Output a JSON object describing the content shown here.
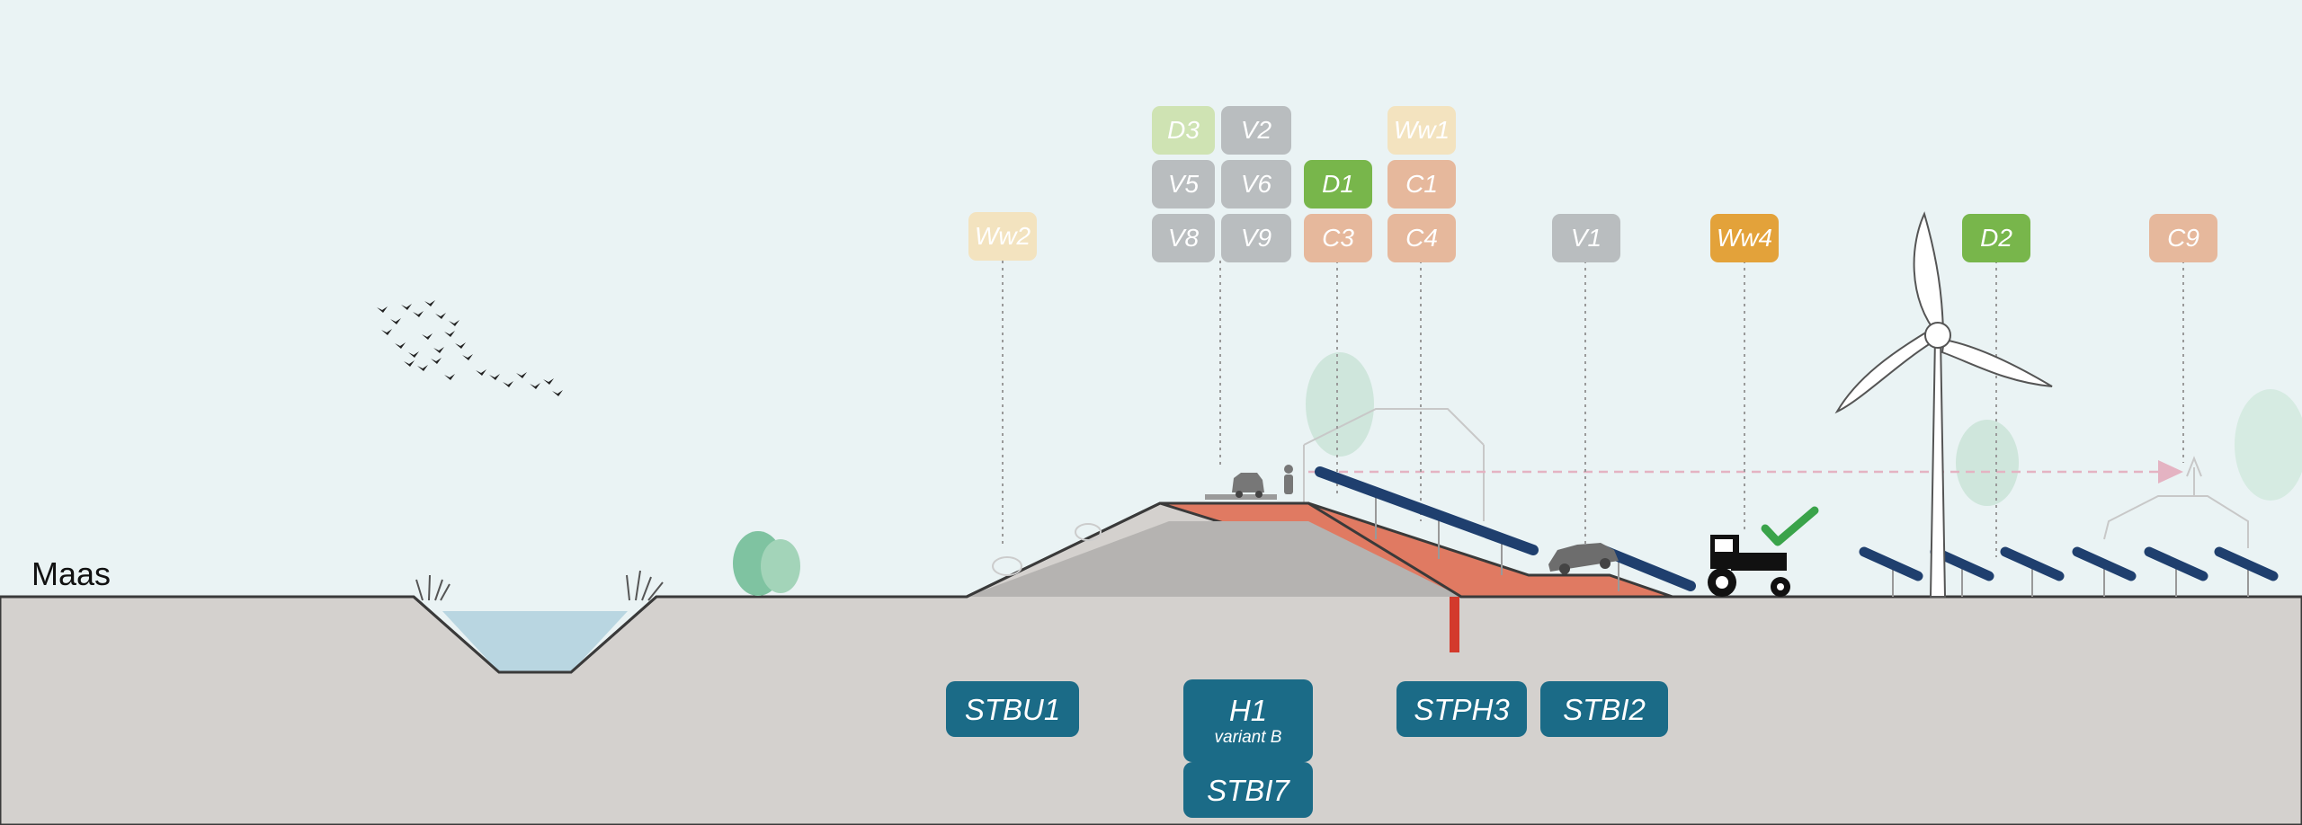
{
  "river_label": "Maas",
  "measure_tags": [
    {
      "id": "ww2",
      "label": "Ww2",
      "color": "#f3e3bf"
    },
    {
      "id": "d3",
      "label": "D3",
      "color": "#cfe3b3"
    },
    {
      "id": "v2",
      "label": "V2",
      "color": "#b9bdbf"
    },
    {
      "id": "v5",
      "label": "V5",
      "color": "#b9bdbf"
    },
    {
      "id": "v6",
      "label": "V6",
      "color": "#b9bdbf"
    },
    {
      "id": "v8",
      "label": "V8",
      "color": "#b9bdbf"
    },
    {
      "id": "v9",
      "label": "V9",
      "color": "#b9bdbf"
    },
    {
      "id": "d1",
      "label": "D1",
      "color": "#78b64b"
    },
    {
      "id": "c3",
      "label": "C3",
      "color": "#e6b89c"
    },
    {
      "id": "ww1",
      "label": "Ww1",
      "color": "#f3e3bf"
    },
    {
      "id": "c1",
      "label": "C1",
      "color": "#e6b89c"
    },
    {
      "id": "c4",
      "label": "C4",
      "color": "#e6b89c"
    },
    {
      "id": "v1",
      "label": "V1",
      "color": "#b9bdbf"
    },
    {
      "id": "ww4",
      "label": "Ww4",
      "color": "#e3a23a"
    },
    {
      "id": "d2",
      "label": "D2",
      "color": "#78b64b"
    },
    {
      "id": "c9",
      "label": "C9",
      "color": "#e6b89c"
    }
  ],
  "stability_tags": [
    {
      "id": "stbu1",
      "label": "STBU1"
    },
    {
      "id": "h1",
      "label": "H1",
      "sublabel": "variant B"
    },
    {
      "id": "stbi7",
      "label": "STBI7"
    },
    {
      "id": "stph3",
      "label": "STPH3"
    },
    {
      "id": "stbi2",
      "label": "STBI2"
    }
  ],
  "colors": {
    "sky": "#eaf3f4",
    "ground": "#d4d1ce",
    "dike_core": "#b5b3b1",
    "dike_reinforcement": "#e07a62",
    "water": "#b9d6e1",
    "panel": "#1f3f6e",
    "base_tag": "#1b6b87",
    "check": "#3aa34a",
    "sheet_pile": "#d33a2c"
  }
}
